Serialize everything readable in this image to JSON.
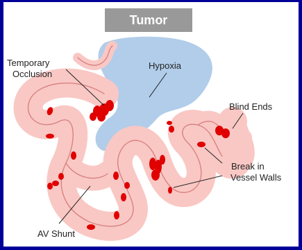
{
  "title": "Tumor",
  "labels": {
    "temporary_occlusion_1": "Temporary",
    "temporary_occlusion_2": "Occlusion",
    "hypoxia": "Hypoxia",
    "blind_ends": "Blind Ends",
    "break_1": "Break in",
    "break_2": "Vessel Walls",
    "av_shunt": "AV Shunt"
  },
  "colors": {
    "border": "#000099",
    "title_box": "#999999",
    "vessel_fill": "#f9c8c4",
    "vessel_line": "#d98282",
    "hypoxia": "#a9c8e8",
    "blood_cell": "#e00000"
  }
}
